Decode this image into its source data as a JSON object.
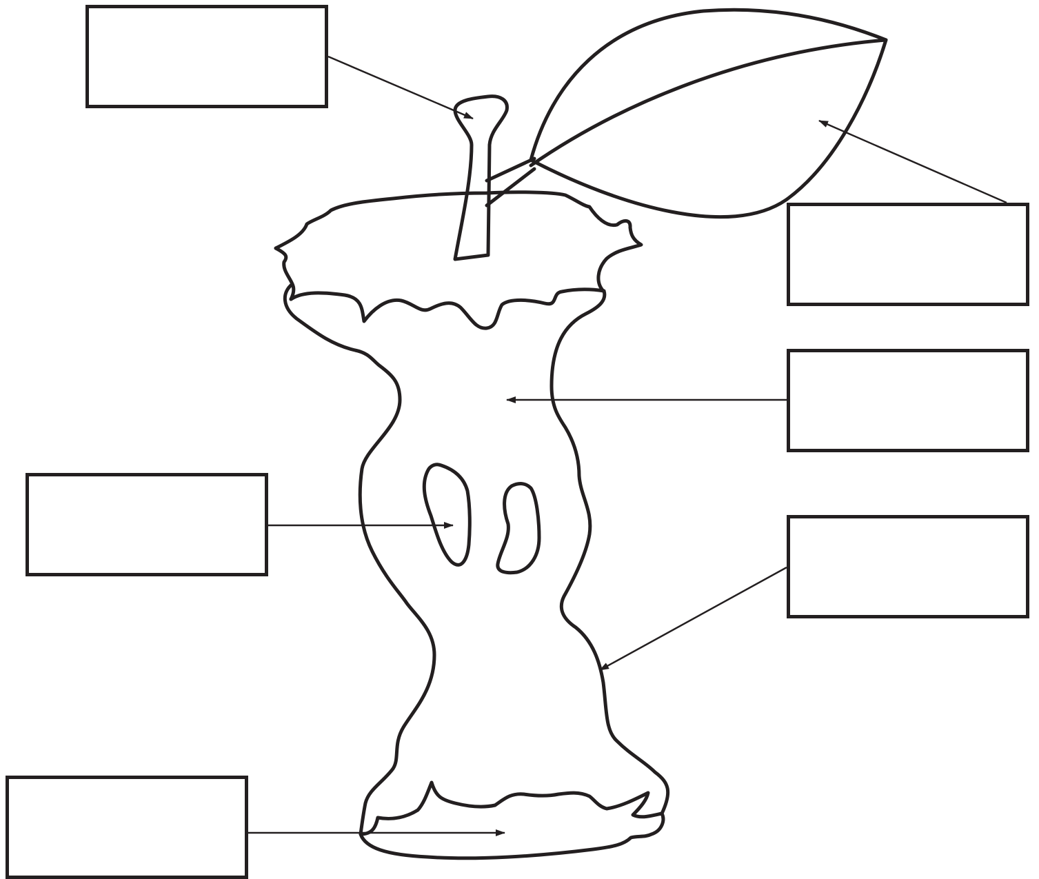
{
  "diagram": {
    "subject": "apple core",
    "labels": [
      {
        "id": "stem",
        "text": ""
      },
      {
        "id": "leaf",
        "text": ""
      },
      {
        "id": "flesh",
        "text": ""
      },
      {
        "id": "seed",
        "text": ""
      },
      {
        "id": "skin",
        "text": ""
      },
      {
        "id": "calyx",
        "text": ""
      }
    ]
  },
  "colors": {
    "outline": "#231f20",
    "background": "#ffffff"
  }
}
